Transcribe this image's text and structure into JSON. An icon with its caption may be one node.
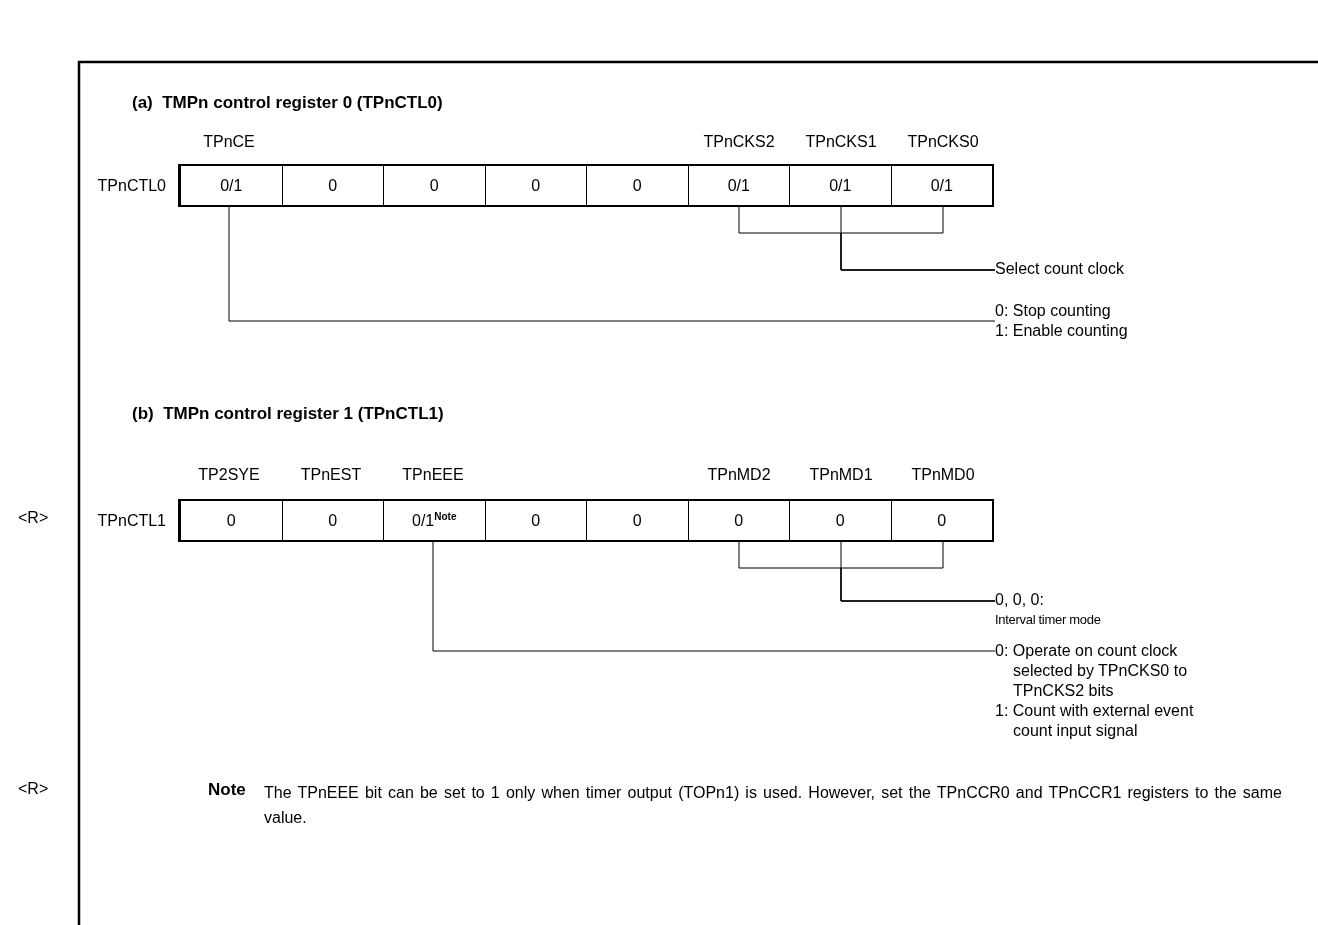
{
  "diagram": {
    "nodes": [
      {
        "text": [
          "TPnCTL0"
        ]
      },
      {
        "text": [
          "0/1"
        ],
        "in": 0,
        "beside": [
          "TPnCE"
        ]
      },
      {
        "text": [
          "0"
        ],
        "in": 0
      },
      {
        "text": [
          "0"
        ],
        "in": 0
      },
      {
        "text": [
          "0"
        ],
        "in": 0
      },
      {
        "text": [
          "0"
        ],
        "in": 0
      },
      {
        "text": [
          "0/1"
        ],
        "in": 0,
        "beside": [
          "TPnCKS2"
        ]
      },
      {
        "text": [
          "0/1"
        ],
        "in": 0,
        "beside": [
          "TPnCKS1"
        ]
      },
      {
        "text": [
          "0/1"
        ],
        "in": 0,
        "beside": [
          "TPnCKS0"
        ]
      },
      {
        "text": [
          "Select count clock"
        ]
      },
      {
        "text": [
          "0: Stop counting",
          "1: Enable counting"
        ]
      },
      {
        "text": [
          "TPnCTL1"
        ]
      },
      {
        "text": [
          "0"
        ],
        "in": 11,
        "beside": [
          "TP2SYE"
        ]
      },
      {
        "text": [
          "0"
        ],
        "in": 11,
        "beside": [
          "TPnEST"
        ]
      },
      {
        "text": [
          "0/1$^{Note}$"
        ],
        "in": 11,
        "beside": [
          "TPnEEE"
        ]
      },
      {
        "text": [
          "0"
        ],
        "in": 11
      },
      {
        "text": [
          "0"
        ],
        "in": 11
      },
      {
        "text": [
          "0"
        ],
        "in": 11,
        "beside": [
          "TPnMD2"
        ]
      },
      {
        "text": [
          "0"
        ],
        "in": 11,
        "beside": [
          "TPnMD1"
        ]
      },
      {
        "text": [
          "0"
        ],
        "in": 11,
        "beside": [
          "TPnMD0"
        ]
      },
      {
        "text": [
          "0, 0, 0:",
          "Interval timer mode"
        ]
      },
      {
        "text": [
          "0: Operate on count clock selected by TPnCKS0 to TPnCKS2 bits",
          "1: Count with external event count input signal"
        ]
      }
    ],
    "edges": [
      {
        "from": 6,
        "to": 9,
        "arrow": "none"
      },
      {
        "from": 7,
        "to": 9,
        "arrow": "none"
      },
      {
        "from": 8,
        "to": 9,
        "arrow": "none"
      },
      {
        "from": 1,
        "to": 10,
        "arrow": "none"
      },
      {
        "from": 17,
        "to": 20,
        "arrow": "none"
      },
      {
        "from": 18,
        "to": 20,
        "arrow": "none"
      },
      {
        "from": 19,
        "to": 20,
        "arrow": "none"
      },
      {
        "from": 14,
        "to": 21,
        "arrow": "none"
      }
    ],
    "labels": [
      "(a)  TMPn control register 0 (TPnCTL0)",
      "(b)  TMPn control register 1 (TPnCTL1)",
      "<R>",
      "<R>",
      "Note",
      "The TPnEEE bit can be set to 1 only when timer output (TOPn1) is used.  However, set the TPnCCR0 and TPnCCR1 registers to the same value."
    ]
  }
}
